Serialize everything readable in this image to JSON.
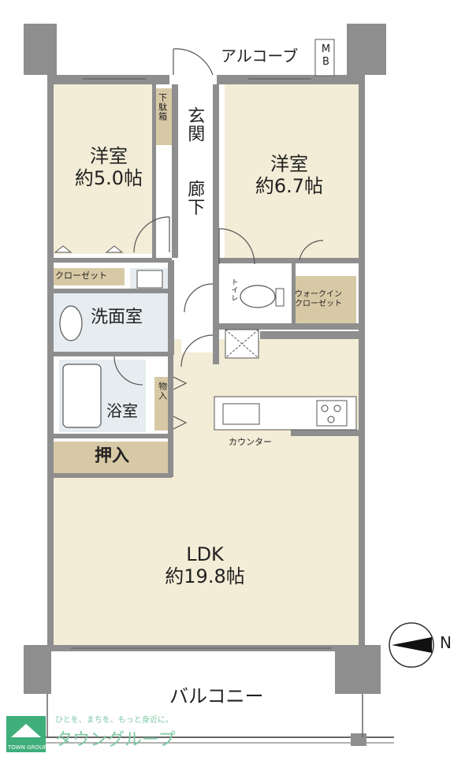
{
  "rooms": {
    "western_room_1": {
      "name": "洋室",
      "size": "約5.0帖"
    },
    "western_room_2": {
      "name": "洋室",
      "size": "約6.7帖"
    },
    "ldk": {
      "name": "LDK",
      "size": "約19.8帖"
    },
    "washroom": "洗面室",
    "bathroom": "浴室",
    "closet": "押入",
    "entrance": "玄関",
    "hallway": "廊下",
    "shoe_box": "下駄箱",
    "storage": "物入",
    "closet_small": "クローゼット",
    "walk_in_closet": "ウォークイン\nクローゼット",
    "toilet": "トイレ",
    "counter": "カウンター",
    "alcove": "アルコーブ",
    "mb": "MB",
    "balcony": "バルコニー"
  },
  "compass": {
    "north_label": "N"
  },
  "brand": {
    "slogan": "ひとを、まちを、もっと身近に。",
    "name": "タウングループ",
    "logo_text": "TOWN GROUP"
  },
  "colors": {
    "room_fill": "#f3ecd6",
    "wet_area_fill": "#e6ecef",
    "wall": "#8e8e8e",
    "storage_fill": "#d8c9a6",
    "brand_green": "#3fae7a"
  }
}
